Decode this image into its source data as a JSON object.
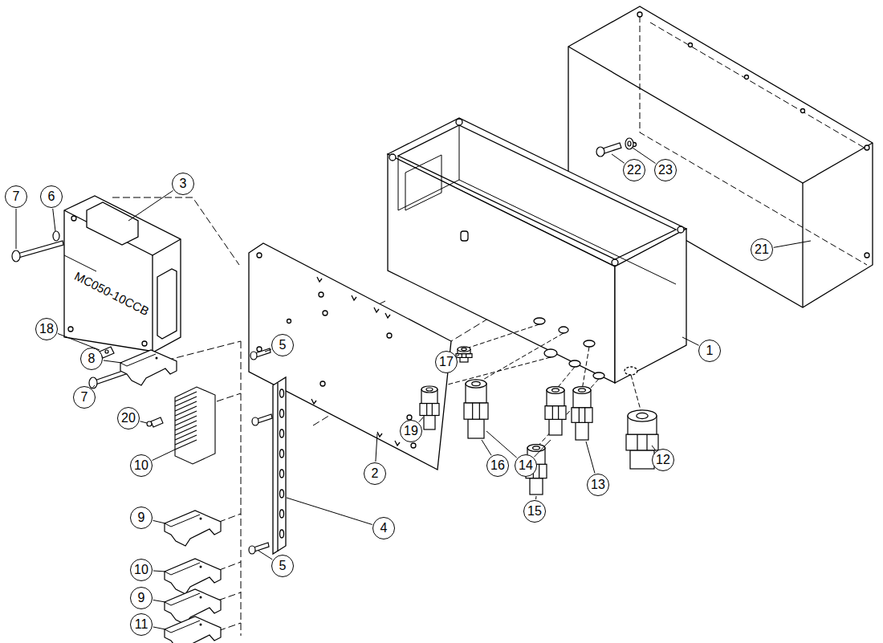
{
  "diagram": {
    "nodes": [
      {
        "text": [
          "22"
        ]
      },
      {
        "text": [
          "23"
        ]
      },
      {
        "text": [
          "3"
        ]
      },
      {
        "text": [
          "7"
        ]
      },
      {
        "text": [
          "6"
        ]
      },
      {
        "text": [
          "21"
        ]
      },
      {
        "text": [
          "18"
        ]
      },
      {
        "text": [
          "5"
        ]
      },
      {
        "text": [
          "1"
        ]
      },
      {
        "text": [
          "8"
        ]
      },
      {
        "text": [
          "17"
        ]
      },
      {
        "text": [
          "7"
        ]
      },
      {
        "text": [
          "20"
        ]
      },
      {
        "text": [
          "19"
        ]
      },
      {
        "text": [
          "12"
        ]
      },
      {
        "text": [
          "16"
        ]
      },
      {
        "text": [
          "14"
        ]
      },
      {
        "text": [
          "10"
        ]
      },
      {
        "text": [
          "2"
        ]
      },
      {
        "text": [
          "13"
        ]
      },
      {
        "text": [
          "15"
        ]
      },
      {
        "text": [
          "9"
        ]
      },
      {
        "text": [
          "4"
        ]
      },
      {
        "text": [
          "5"
        ]
      },
      {
        "text": [
          "10"
        ]
      },
      {
        "text": [
          "9"
        ]
      },
      {
        "text": [
          "11"
        ]
      }
    ],
    "edges": [],
    "labels": [
      "MC050-10CCB"
    ]
  }
}
